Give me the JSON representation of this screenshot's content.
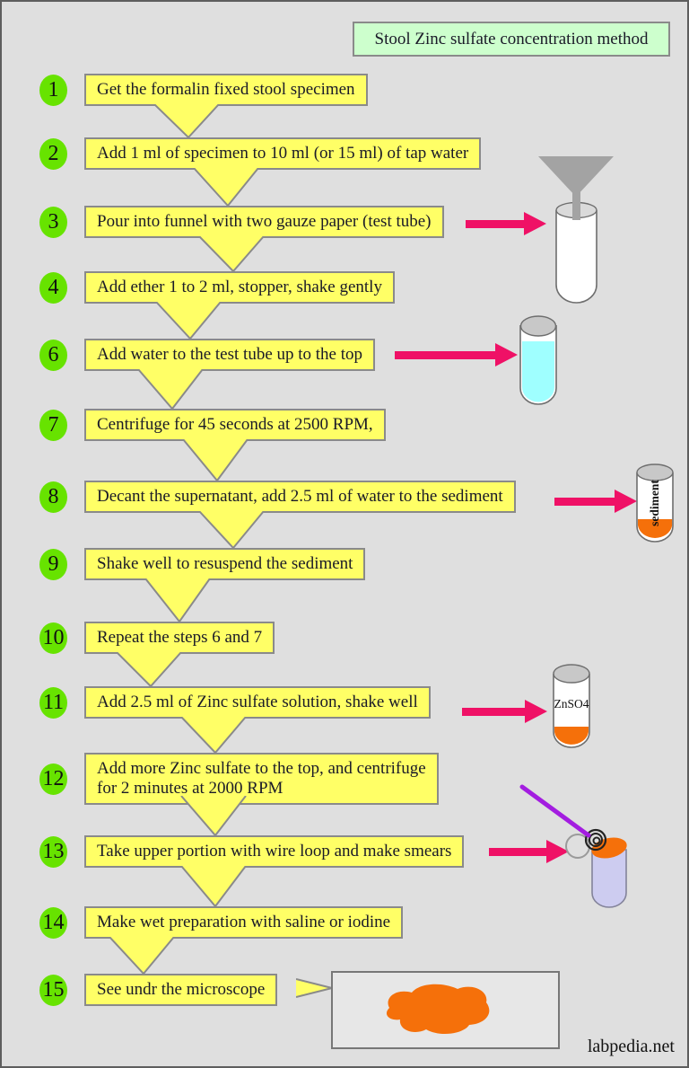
{
  "title": "Stool Zinc sulfate concentration method",
  "watermark": "labpedia.net",
  "colors": {
    "background": "#DFDFDF",
    "step_box_yellow": "#FFFF66",
    "step_circle_green": "#67E300",
    "title_box_green": "#CDFFCD",
    "arrow_pink": "#EF1166",
    "orange": "#F5700A",
    "water_cyan": "#9FFFFF",
    "tube_lavender": "#CDCCF0",
    "wire_purple": "#A31DE0",
    "funnel_gray": "#A3A3A3",
    "stopper_gray": "#C8C8C8",
    "box_border_gray": "#8A8A8A"
  },
  "steps": [
    {
      "num": "1",
      "text": "Get the formalin fixed stool specimen"
    },
    {
      "num": "2",
      "text": "Add 1 ml of specimen to 10 ml (or 15 ml) of tap water"
    },
    {
      "num": "3",
      "text": "Pour into funnel with two gauze paper (test tube)"
    },
    {
      "num": "4",
      "text": "Add ether 1 to 2 ml, stopper, shake gently"
    },
    {
      "num": "6",
      "text": "Add water to the test tube up to the top"
    },
    {
      "num": "7",
      "text": "Centrifuge for 45 seconds at 2500 RPM,"
    },
    {
      "num": "8",
      "text": "Decant the supernatant, add 2.5 ml of water to the sediment"
    },
    {
      "num": "9",
      "text": "Shake well to resuspend the sediment"
    },
    {
      "num": "10",
      "text": "Repeat the steps 6 and 7"
    },
    {
      "num": "11",
      "text": "Add 2.5 ml of Zinc sulfate solution, shake well"
    },
    {
      "num": "12",
      "text": "Add more Zinc sulfate to the top, and centrifuge\nfor 2 minutes at 2000 RPM"
    },
    {
      "num": "13",
      "text": "Take upper portion with wire loop and make smears"
    },
    {
      "num": "14",
      "text": "Make wet preparation with saline or iodine"
    },
    {
      "num": "15",
      "text": "See undr the microscope"
    }
  ],
  "labels": {
    "sediment": "sediment",
    "znso4": "ZnSO4"
  }
}
